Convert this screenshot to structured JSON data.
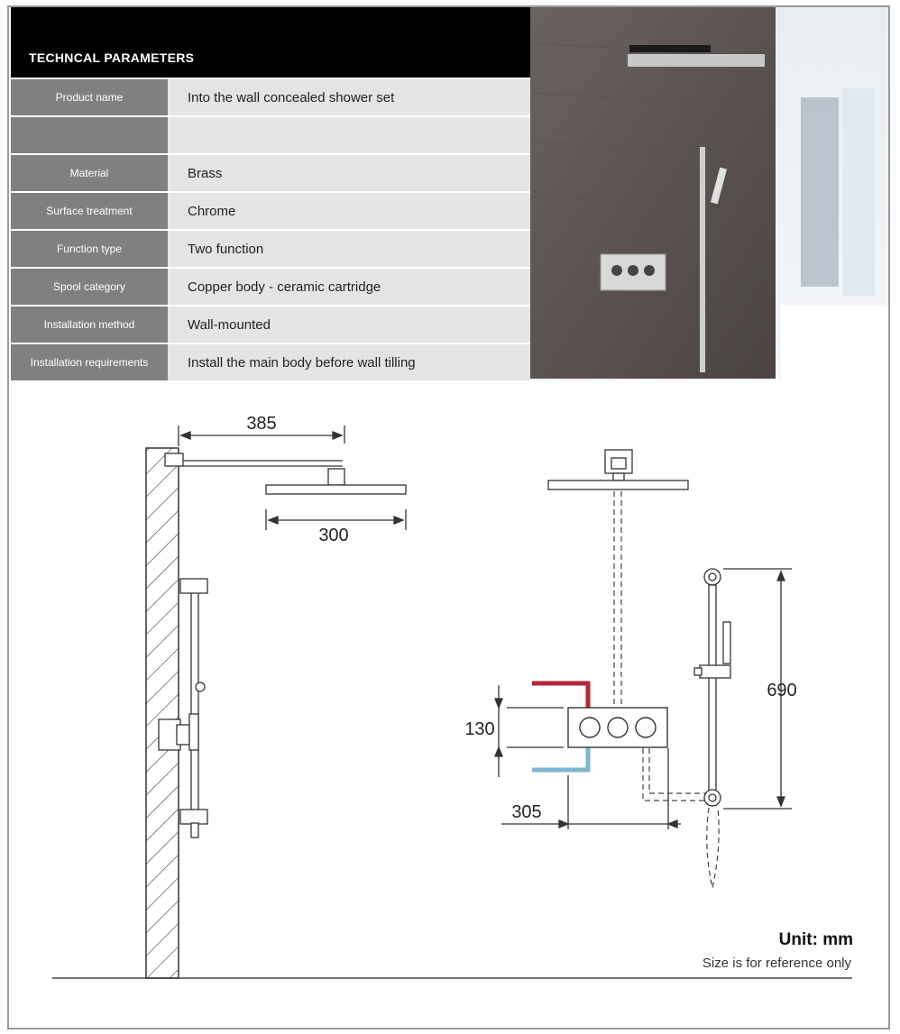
{
  "params": {
    "title": "TECHNCAL PARAMETERS",
    "rows": [
      {
        "label": "Product name",
        "value": "Into the wall concealed shower set"
      },
      {
        "label": "",
        "value": ""
      },
      {
        "label": "Material",
        "value": "Brass"
      },
      {
        "label": "Surface treatment",
        "value": "Chrome"
      },
      {
        "label": "Function type",
        "value": "Two function"
      },
      {
        "label": "Spool category",
        "value": "Copper body - ceramic cartridge"
      },
      {
        "label": "Installation method",
        "value": "Wall-mounted"
      },
      {
        "label": "Installation requirements",
        "value": "Install the main body before wall tilling"
      }
    ]
  },
  "diagram": {
    "dim_arm": "385",
    "dim_head": "300",
    "dim_valve_height": "130",
    "dim_valve_offset": "305",
    "dim_rail": "690",
    "colors": {
      "hot": "#b3263a",
      "cold": "#7fb5d0",
      "photo_wall": "#5d5552"
    }
  },
  "footer": {
    "unit": "Unit: mm",
    "note": "Size is for reference only"
  }
}
